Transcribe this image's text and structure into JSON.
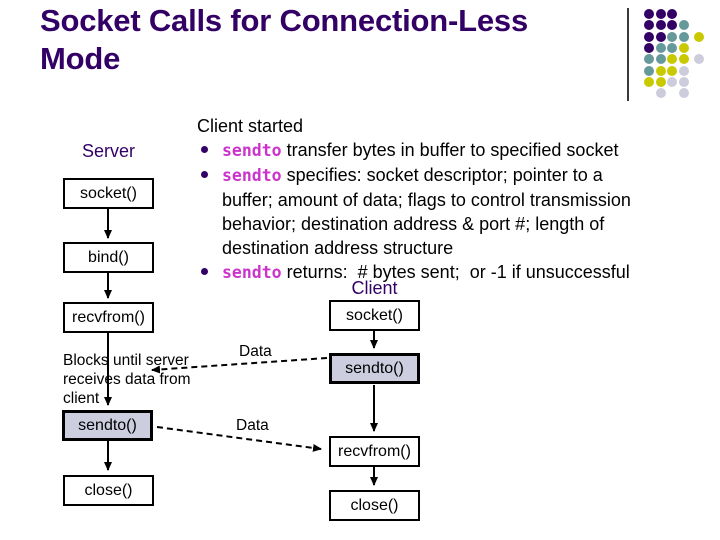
{
  "title": "Socket Calls for Connection-Less\nMode",
  "content": {
    "intro": "Client started",
    "bullets": [
      {
        "keyword": "sendto",
        "text": " transfer bytes in buffer to specified socket"
      },
      {
        "keyword": "sendto",
        "text": " specifies: socket descriptor; pointer to a\nbuffer; amount of data; flags to control transmission\nbehavior; destination address & port #; length of\ndestination address structure"
      },
      {
        "keyword": "sendto",
        "text": " returns:  # bytes sent;  or -1 if unsuccessful"
      }
    ]
  },
  "diagram": {
    "server": {
      "label": "Server",
      "boxes": [
        "socket()",
        "bind()",
        "recvfrom()",
        "sendto()",
        "close()"
      ],
      "note": "Blocks until server\nreceives data from\nclient"
    },
    "client": {
      "label": "Client",
      "boxes": [
        "socket()",
        "sendto()",
        "recvfrom()",
        "close()"
      ]
    },
    "data_label_client_to_server": "Data",
    "data_label_server_to_client": "Data"
  },
  "colors": {
    "title_purple": "#330066",
    "keyword_magenta": "#cc33cc",
    "box_highlight_lavender": "#cdcde0",
    "dot_purple": "#330066",
    "dot_teal": "#669999",
    "dot_yellow": "#c9c900",
    "dot_gray": "#ccccdd"
  },
  "decoration": {
    "dot_pattern": [
      "PPP..",
      "PPPT.",
      "PPTTY",
      "PTTY.",
      "TTYYG",
      "TYYG.",
      "YYGG.",
      ".G.G."
    ]
  }
}
